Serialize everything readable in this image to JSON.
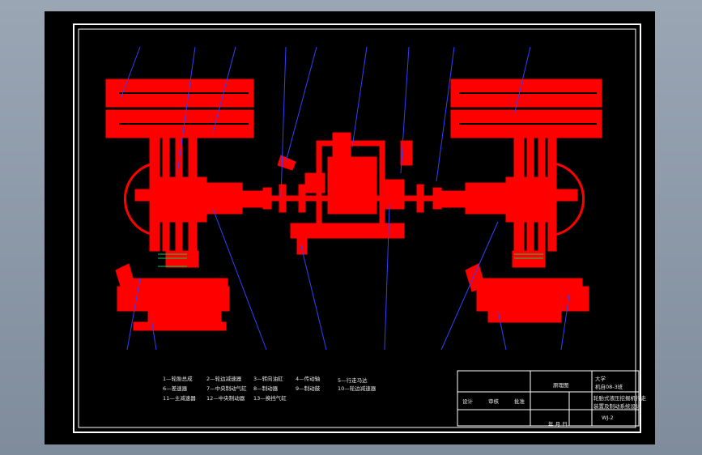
{
  "legend": [
    "1—轮胎总成",
    "2—轮边减速器",
    "3—转向油缸",
    "4—传动轴",
    "5—行走马达",
    "6—差速器",
    "7—中央制动气缸",
    "8—制动器",
    "9—制动鼓",
    "10—轮边减速器",
    "11—主减速器",
    "12—中央制动器",
    "13—换挡气缸"
  ],
  "title_block": {
    "school": "大学",
    "class": "机自08-3班",
    "drawing": "原理图",
    "subject_1": "轮胎式液压挖掘机行走",
    "subject_2": "装置及制动系统设计",
    "code": "WJ-2",
    "cells": [
      "设计",
      "审核",
      "批准"
    ],
    "date": "年 月 日"
  },
  "colors": {
    "background": "#000000",
    "mechanism": "#ff0000",
    "leader": "#3040ff",
    "frame": "#ffffff",
    "spring": "#19c85a"
  }
}
